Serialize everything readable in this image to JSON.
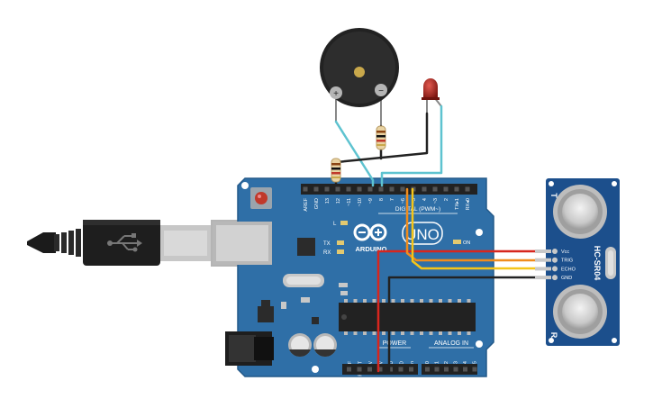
{
  "board": {
    "brand": "ARDUINO",
    "model": "UNO",
    "digital_label": "DIGITAL (PWM~)",
    "power_label": "POWER",
    "analog_label": "ANALOG IN",
    "led_l": "L",
    "led_tx": "TX",
    "led_rx": "RX",
    "led_on": "ON",
    "digital_pins": [
      "AREF",
      "GND",
      "13",
      "12",
      "~11",
      "~10",
      "~9",
      "8",
      "7",
      "~6",
      "~5",
      "4",
      "~3",
      "2",
      "TX▸1",
      "RX◂0"
    ],
    "power_pins": [
      "IOREF",
      "RESET",
      "3.3V",
      "5V",
      "GND",
      "GND",
      "Vin"
    ],
    "analog_pins": [
      "A0",
      "A1",
      "A2",
      "A3",
      "A4",
      "A5"
    ],
    "colors": {
      "board": "#2f6fa7",
      "header": "#222222",
      "reset_button": "#c0392b"
    }
  },
  "sensor": {
    "model": "HC-SR04",
    "pins": [
      "Vcc",
      "TRIG",
      "ECHO",
      "GND"
    ],
    "transmitter_mark": "T",
    "receiver_mark": "R",
    "color": "#1c4f8c"
  },
  "buzzer": {
    "plus": "+",
    "minus": "−"
  },
  "led": {
    "color": "#b3261e"
  },
  "wires": {
    "red": "#d7261e",
    "orange": "#f08c1c",
    "yellow": "#f5c518",
    "black": "#222222",
    "cyan": "#5ec3d0"
  }
}
